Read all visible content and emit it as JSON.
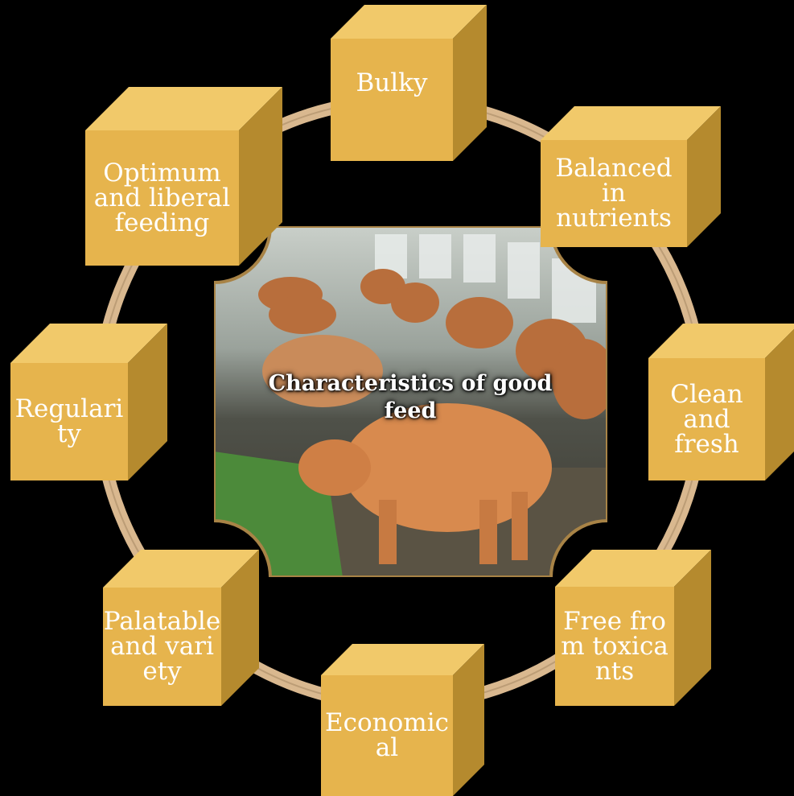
{
  "center_title": "Characteristics of good feed",
  "colors": {
    "background": "#000000",
    "ring": "#d9b88f",
    "cube_front": "#e6b44d",
    "cube_top": "#f1c96a",
    "cube_side": "#b58a2e"
  },
  "nodes": [
    {
      "id": "bulky",
      "label": "Bulky"
    },
    {
      "id": "balanced",
      "label": "Balanced in nutrients"
    },
    {
      "id": "clean",
      "label": "Clean and fresh"
    },
    {
      "id": "free",
      "label": "Free from toxicants"
    },
    {
      "id": "economical",
      "label": "Economical"
    },
    {
      "id": "palatable",
      "label": "Palatable and variety"
    },
    {
      "id": "regularity",
      "label": "Regularity"
    },
    {
      "id": "optimum",
      "label": "Optimum and liberal feeding"
    }
  ]
}
